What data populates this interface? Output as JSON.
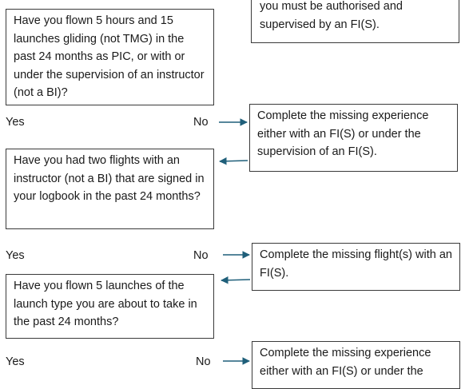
{
  "flowchart": {
    "top_right_box": {
      "text": "you must be authorised and supervised by an FI(S)."
    },
    "question_1": {
      "text": "Have you flown 5 hours and 15 launches gliding (not TMG) in the past 24 months as PIC, or with or under the supervision of an instructor (not a BI)?",
      "yes_label": "Yes",
      "no_label": "No"
    },
    "action_1": {
      "text": "Complete the missing experience either with an FI(S) or under the supervision of an FI(S)."
    },
    "question_2": {
      "text": "Have you had two flights with an instructor (not a BI) that are signed in your logbook in the past 24 months?",
      "yes_label": "Yes",
      "no_label": "No"
    },
    "action_2": {
      "text": "Complete the missing flight(s) with an FI(S)."
    },
    "question_3": {
      "text": "Have you flown 5 launches of the launch type you are about to take in the past 24 months?",
      "yes_label": "Yes",
      "no_label": "No"
    },
    "action_3": {
      "text": "Complete the missing experience either with an FI(S) or under the"
    }
  },
  "colors": {
    "arrow": "#1f5f7a",
    "border": "#3a3a3a"
  }
}
